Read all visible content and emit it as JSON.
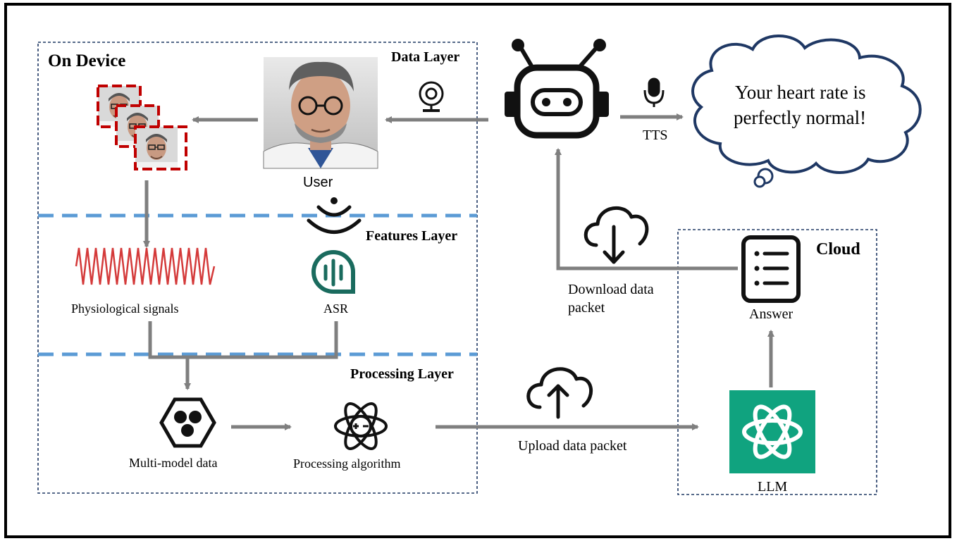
{
  "regions": {
    "on_device": "On Device",
    "cloud": "Cloud"
  },
  "layers": {
    "data": "Data Layer",
    "features": "Features Layer",
    "processing": "Processing Layer"
  },
  "labels": {
    "user": "User",
    "physiological_signals": "Physiological signals",
    "asr": "ASR",
    "multi_model_data": "Multi-model data",
    "processing_algorithm": "Processing algorithm",
    "upload": "Upload data packet",
    "download_line1": "Download data",
    "download_line2": "packet",
    "answer": "Answer",
    "llm": "LLM",
    "tts": "TTS"
  },
  "speech_bubble": {
    "line1": "Your heart rate is",
    "line2": "perfectly normal!"
  },
  "colors": {
    "frame": "#000000",
    "box_border": "#1f3864",
    "layer_divider": "#5b9bd5",
    "arrow": "#7f7f7f",
    "signal_wave": "#d43a3a",
    "face_crop_border": "#c00000",
    "asr_icon": "#1a6b5e",
    "llm_tile": "#10a37f"
  },
  "icons": [
    "webcam-icon",
    "robot-icon",
    "microphone-icon",
    "cloud-download-icon",
    "cloud-upload-icon",
    "document-list-icon",
    "llm-logo-icon",
    "atom-icon",
    "hexagon-data-icon",
    "voice-wave-icon",
    "asr-icon"
  ]
}
